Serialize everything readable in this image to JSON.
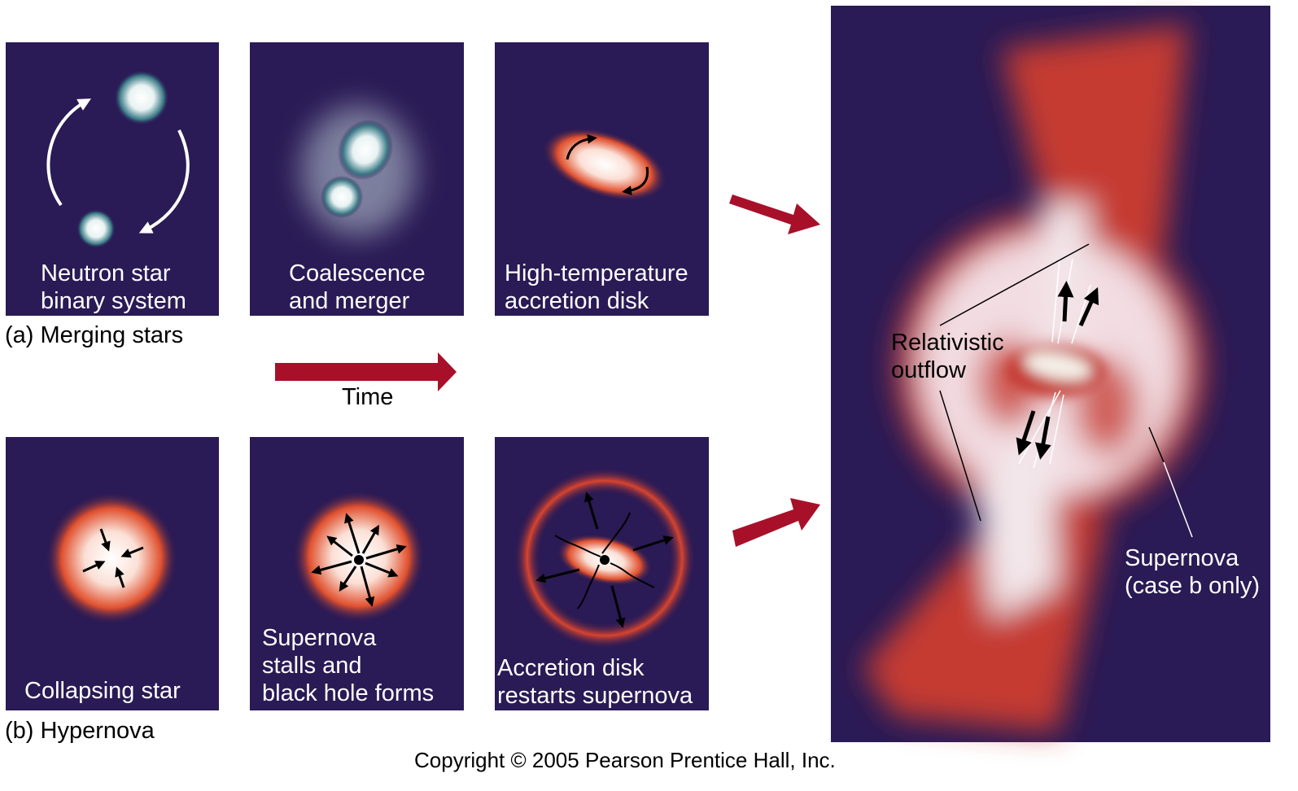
{
  "colors": {
    "panel": "#2a1a55",
    "arrow": "#a8102a",
    "glow": "#d9442e"
  },
  "row_a": {
    "caption": "(a) Merging stars",
    "panels": [
      {
        "line1": "Neutron star",
        "line2": "binary system"
      },
      {
        "line1": "Coalescence",
        "line2": "and merger"
      },
      {
        "line1": "High-temperature",
        "line2": "accretion disk"
      }
    ]
  },
  "time_label": "Time",
  "row_b": {
    "caption": "(b) Hypernova",
    "panels": [
      {
        "line1": "Collapsing star"
      },
      {
        "line1": "Supernova",
        "line2": "stalls and",
        "line3": "black hole forms"
      },
      {
        "line1": "Accretion disk",
        "line2": "restarts supernova"
      }
    ]
  },
  "big_panel": {
    "outflow_label": {
      "line1": "Relativistic",
      "line2": "outflow"
    },
    "supernova_label": {
      "line1": "Supernova",
      "line2": "(case b only)"
    }
  },
  "copyright": "Copyright © 2005 Pearson Prentice Hall, Inc."
}
